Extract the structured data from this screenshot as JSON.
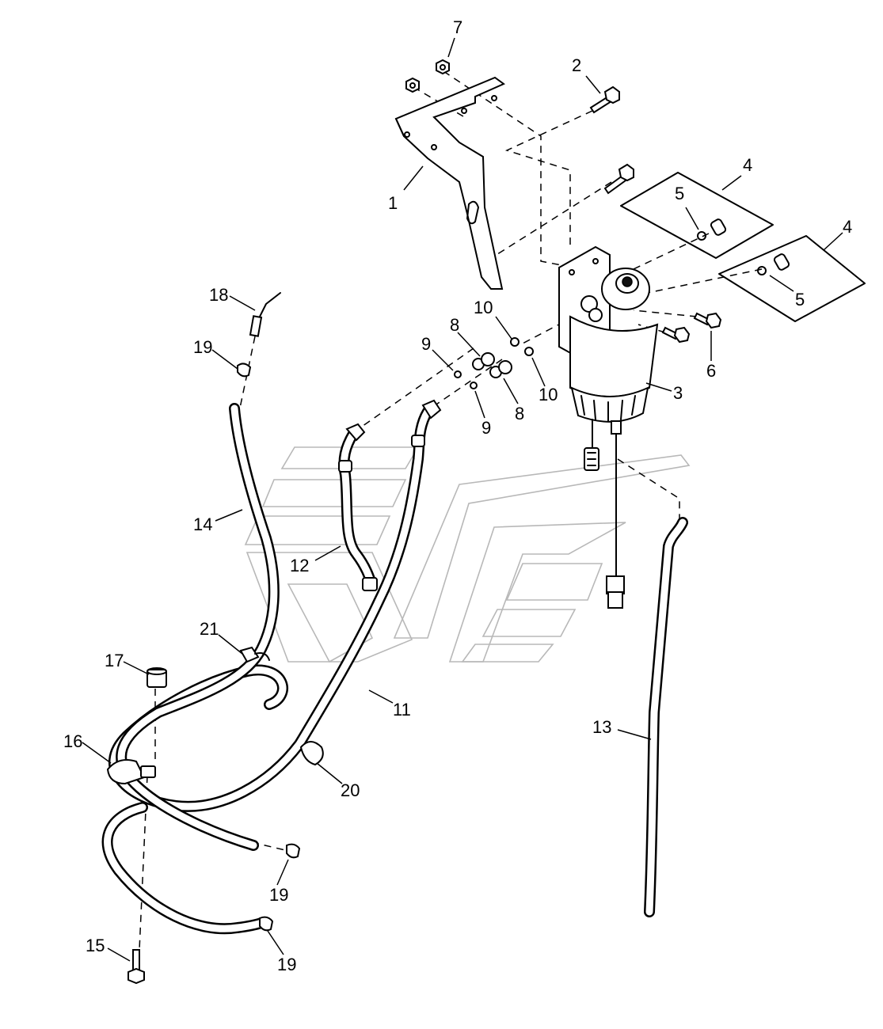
{
  "callouts": {
    "c1": "1",
    "c2": "2",
    "c3": "3",
    "c4a": "4",
    "c4b": "4",
    "c5a": "5",
    "c5b": "5",
    "c6": "6",
    "c7": "7",
    "c8a": "8",
    "c8b": "8",
    "c9a": "9",
    "c9b": "9",
    "c10a": "10",
    "c10b": "10",
    "c11": "11",
    "c12": "12",
    "c13": "13",
    "c14": "14",
    "c15": "15",
    "c16": "16",
    "c17": "17",
    "c18": "18",
    "c19a": "19",
    "c19b": "19",
    "c19c": "19",
    "c20": "20",
    "c21": "21"
  }
}
